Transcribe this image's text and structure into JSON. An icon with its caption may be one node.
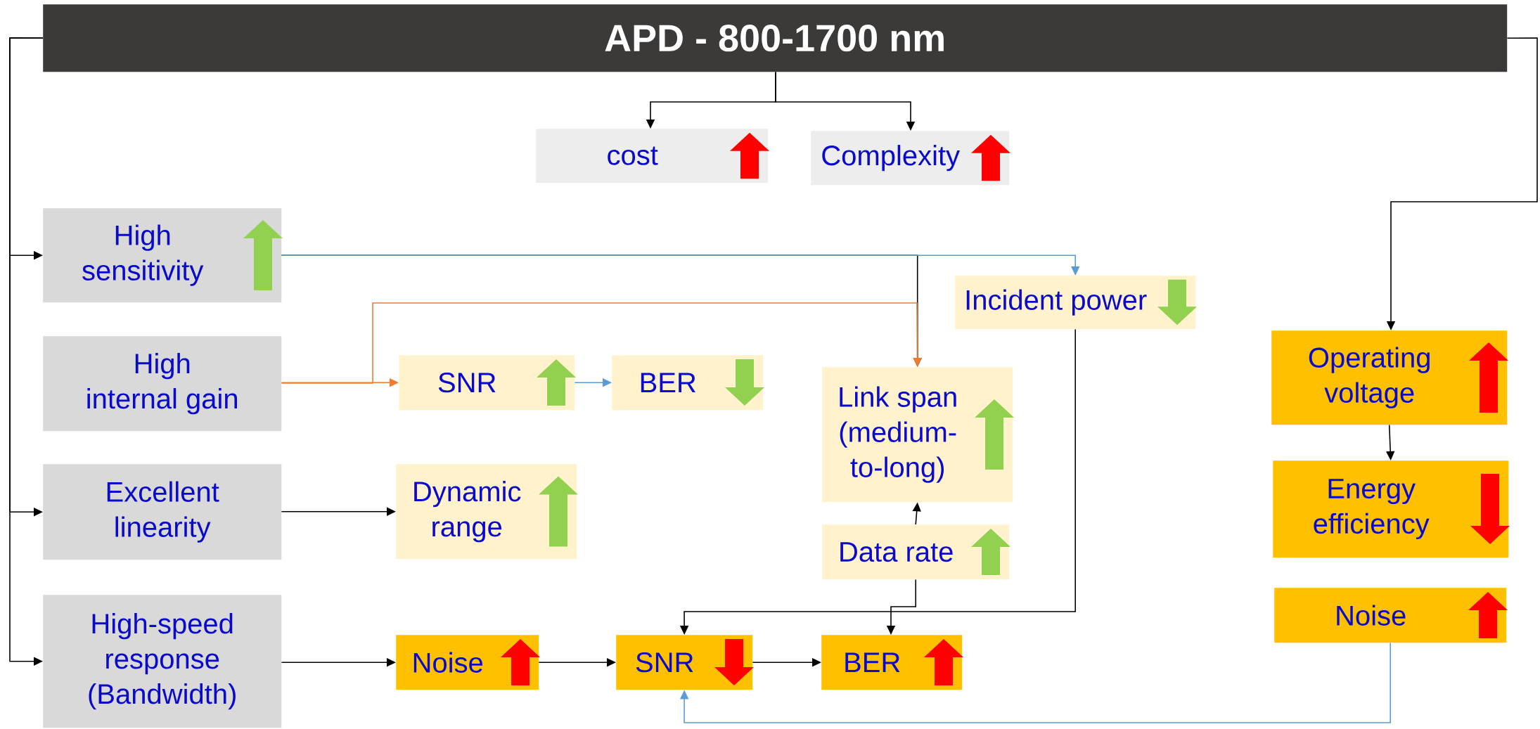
{
  "diagram": {
    "nodes": [
      {
        "text": [
          "APD - 800-1700 nm"
        ]
      },
      {
        "text": [
          "cost"
        ]
      },
      {
        "text": [
          "Complexity"
        ]
      },
      {
        "text": [
          "High sensitivity"
        ]
      },
      {
        "text": [
          "High internal gain"
        ]
      },
      {
        "text": [
          "Excellent linearity"
        ]
      },
      {
        "text": [
          "High-speed response (Bandwidth)"
        ]
      },
      {
        "text": [
          "SNR"
        ]
      },
      {
        "text": [
          "BER"
        ]
      },
      {
        "text": [
          "Dynamic range"
        ]
      },
      {
        "text": [
          "Incident power"
        ]
      },
      {
        "text": [
          "Link span (medium-to-long)"
        ]
      },
      {
        "text": [
          "Data rate"
        ]
      },
      {
        "text": [
          "Operating voltage"
        ]
      },
      {
        "text": [
          "Energy efficiency"
        ]
      },
      {
        "text": [
          "Noise"
        ]
      },
      {
        "text": [
          "Noise"
        ]
      },
      {
        "text": [
          "SNR"
        ]
      },
      {
        "text": [
          "BER"
        ]
      }
    ],
    "edges": [
      {
        "from": 0,
        "to": 1,
        "arrow": "to"
      },
      {
        "from": 0,
        "to": 2,
        "arrow": "to"
      },
      {
        "from": 0,
        "to": 3,
        "arrow": "to"
      },
      {
        "from": 0,
        "to": 5,
        "arrow": "to"
      },
      {
        "from": 0,
        "to": 6,
        "arrow": "to"
      },
      {
        "from": 0,
        "to": 13,
        "arrow": "to"
      },
      {
        "from": 3,
        "to": 11,
        "arrow": "to"
      },
      {
        "from": 3,
        "to": 10,
        "arrow": "to",
        "color": "#5b9bd5"
      },
      {
        "from": 4,
        "to": 7,
        "arrow": "to",
        "color": "#ed7d31"
      },
      {
        "from": 4,
        "to": 11,
        "arrow": "to",
        "color": "#ed7d31"
      },
      {
        "from": 7,
        "to": 8,
        "arrow": "to",
        "color": "#5b9bd5"
      },
      {
        "from": 5,
        "to": 9,
        "arrow": "to"
      },
      {
        "from": 6,
        "to": 16,
        "arrow": "to"
      },
      {
        "from": 16,
        "to": 17,
        "arrow": "to"
      },
      {
        "from": 17,
        "to": 18,
        "arrow": "to"
      },
      {
        "from": 12,
        "to": 11,
        "arrow": "to"
      },
      {
        "from": 12,
        "to": 18,
        "arrow": "to"
      },
      {
        "from": 10,
        "to": 17,
        "arrow": "to"
      },
      {
        "from": 13,
        "to": 14,
        "arrow": "to"
      },
      {
        "from": 15,
        "to": 17,
        "arrow": "to",
        "color": "#5b9bd5"
      }
    ]
  }
}
